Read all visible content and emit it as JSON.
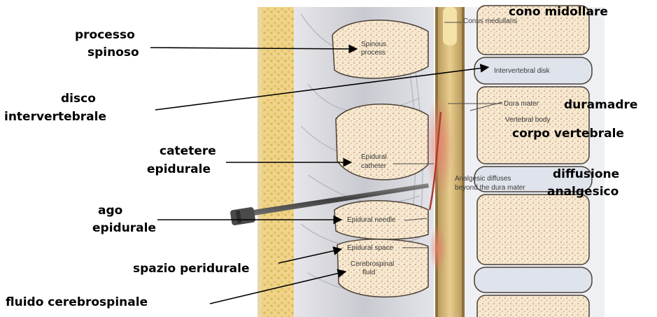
{
  "diagram": {
    "italian_labels": {
      "processo_spinoso": [
        "processo",
        "spinoso"
      ],
      "disco_intervertebrale": [
        "disco",
        "intervertebrale"
      ],
      "catetere_epidurale": [
        "catetere",
        "epidurale"
      ],
      "ago_epidurale": [
        "ago",
        "epidurale"
      ],
      "spazio_peridurale": "spazio peridurale",
      "fluido_cerebrospinale": "fluido cerebrospinale",
      "cono_midollare": "cono midollare",
      "duramadre": "duramadre",
      "corpo_vertebrale": "corpo vertebrale",
      "diffusione_analgesico": [
        "diffusione",
        "analgesico"
      ]
    },
    "english_labels": {
      "conus_medullaris": "Conus medullaris",
      "spinous_process": [
        "Spinous",
        "process"
      ],
      "intervertebral_disk": "Intervertebral disk",
      "dura_mater": "Dura mater",
      "vertebral_body": "Vertebral body",
      "epidural_catheter": [
        "Epidural",
        "catheter"
      ],
      "analgesic_diffuses": [
        "Analgesic diffuses",
        "beyond the dura mater"
      ],
      "epidural_needle": "Epidural needle",
      "epidural_space": "Epidural space",
      "cerebrospinal_fluid": [
        "Cerebrospinal",
        "fluid"
      ]
    },
    "colors": {
      "bone_fill": "#f6e9cf",
      "bone_pattern": "#c88a7a",
      "ligament": "#d6d7dc",
      "fat_pad": "#e8c86b",
      "cord": "#c9a86a",
      "disk": "#dfe3ec",
      "analgesic": "#e8826f",
      "needle": "#5a5a5a"
    }
  }
}
